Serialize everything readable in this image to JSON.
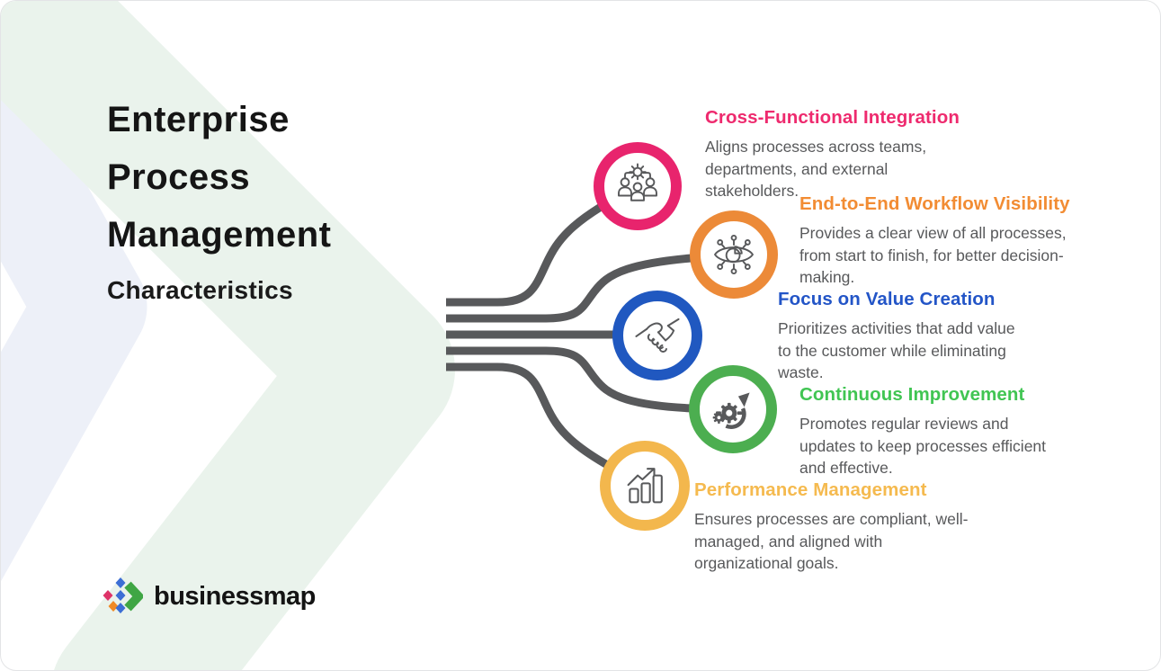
{
  "header": {
    "title_lines": [
      "Enterprise",
      "Process",
      "Management"
    ],
    "subtitle": "Characteristics"
  },
  "items": [
    {
      "id": "cross-functional-integration",
      "title": "Cross-Functional Integration",
      "description": "Aligns processes across teams, departments, and external stakeholders.",
      "ring_color": "#e8246d",
      "title_color": "#ee2a6e",
      "icon": "team-gear-icon"
    },
    {
      "id": "end-to-end-workflow-visibility",
      "title": "End-to-End Workflow Visibility",
      "description": "Provides a clear view of all processes, from start to finish, for better decision-making.",
      "ring_color": "#ec8a38",
      "title_color": "#f28c33",
      "icon": "eye-analytics-icon"
    },
    {
      "id": "focus-on-value-creation",
      "title": "Focus on Value Creation",
      "description": "Prioritizes activities that add value to the customer while eliminating waste.",
      "ring_color": "#2058c0",
      "title_color": "#2355c7",
      "icon": "handshake-icon"
    },
    {
      "id": "continuous-improvement",
      "title": "Continuous Improvement",
      "description": "Promotes regular reviews and updates to keep processes efficient and effective.",
      "ring_color": "#4cae50",
      "title_color": "#41c553",
      "icon": "gear-refresh-icon"
    },
    {
      "id": "performance-management",
      "title": "Performance Management",
      "description": "Ensures processes are compliant, well-managed, and aligned with organizational goals.",
      "ring_color": "#f3b74d",
      "title_color": "#f5ba4f",
      "icon": "bar-chart-growth-icon"
    }
  ],
  "brand": {
    "name": "businessmap"
  },
  "styles": {
    "connector_color": "#58595b",
    "icon_stroke_color": "#58595b",
    "description_color": "#58595b",
    "heading_color": "#151515",
    "background_chevron_blue": "#edf0f8",
    "background_chevron_green": "#eaf3ec"
  }
}
